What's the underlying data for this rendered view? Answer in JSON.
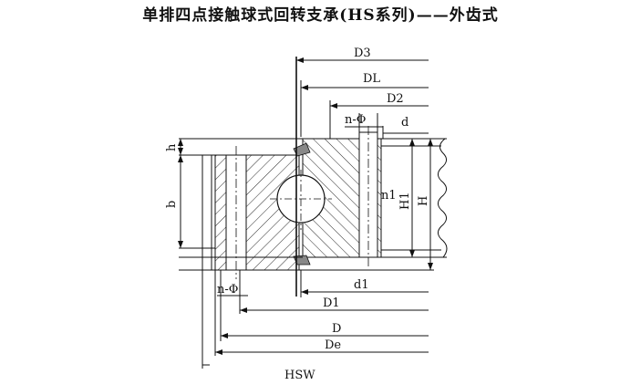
{
  "title": "单排四点接触球式回转支承(HS系列)——外齿式",
  "labels": {
    "D3": "D3",
    "DL": "DL",
    "D2": "D2",
    "n_phi_top": "n-Φ",
    "d": "d",
    "h": "h",
    "b": "b",
    "n1": "n1",
    "H1": "H1",
    "H": "H",
    "d1": "d1",
    "n_phi_bottom": "n-Φ",
    "D1": "D1",
    "D": "D",
    "De": "De",
    "HSW": "HSW"
  }
}
